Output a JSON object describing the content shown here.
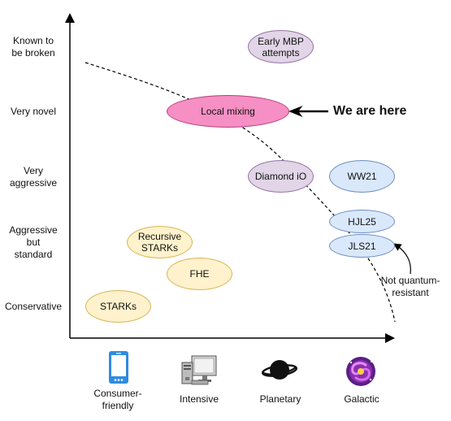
{
  "y_axis": {
    "levels": [
      "Known to\nbe broken",
      "Very novel",
      "Very\naggressive",
      "Aggressive\nbut\nstandard",
      "Conservative"
    ]
  },
  "x_axis": {
    "levels": [
      "Consumer-\nfriendly",
      "Intensive",
      "Planetary",
      "Galactic"
    ],
    "icons": [
      "smartphone-icon",
      "desktop-computer-icon",
      "planet-icon",
      "galaxy-icon"
    ]
  },
  "nodes": {
    "early_mbp": "Early MBP\nattempts",
    "local_mixing": "Local mixing",
    "diamond_io": "Diamond iO",
    "ww21": "WW21",
    "hjl25": "HJL25",
    "jls21": "JLS21",
    "recursive_starks": "Recursive\nSTARKs",
    "fhe": "FHE",
    "starks": "STARKs"
  },
  "callout": "We are here",
  "annotation": "Not quantum-\nresistant",
  "colors": {
    "purple": "#e1d5e7",
    "blue": "#dae8fc",
    "yellow": "#fff2cc",
    "pink": "#f68fc3"
  }
}
